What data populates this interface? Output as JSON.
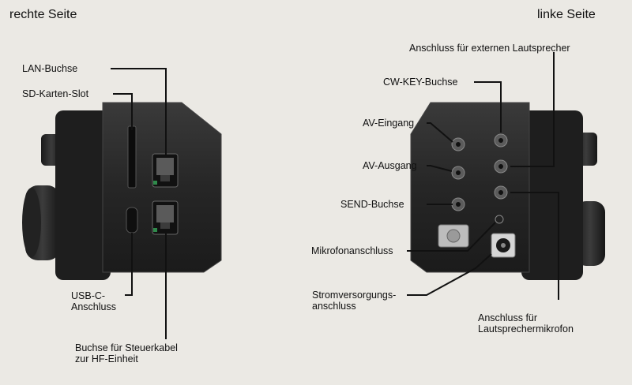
{
  "titles": {
    "right_side": "rechte Seite",
    "left_side": "linke Seite"
  },
  "labels": {
    "lan": "LAN-Buchse",
    "sd": "SD-Karten-Slot",
    "usb_line1": "USB-C-",
    "usb_line2": "Anschluss",
    "ctrl_line1": "Buchse für Steuerkabel",
    "ctrl_line2": "zur HF-Einheit",
    "ext_speaker": "Anschluss für externen Lautsprecher",
    "cwkey": "CW-KEY-Buchse",
    "av_in": "AV-Eingang",
    "av_out": "AV-Ausgang",
    "send": "SEND-Buchse",
    "mic": "Mikrofonanschluss",
    "power_line1": "Stromversorgungs-",
    "power_line2": "anschluss",
    "spkmic_line1": "Anschluss für",
    "spkmic_line2": "Lautsprechermikrofon"
  },
  "colors": {
    "background": "#ebe9e4",
    "device_body": "#2a2a2a",
    "leader_line": "#111111"
  }
}
